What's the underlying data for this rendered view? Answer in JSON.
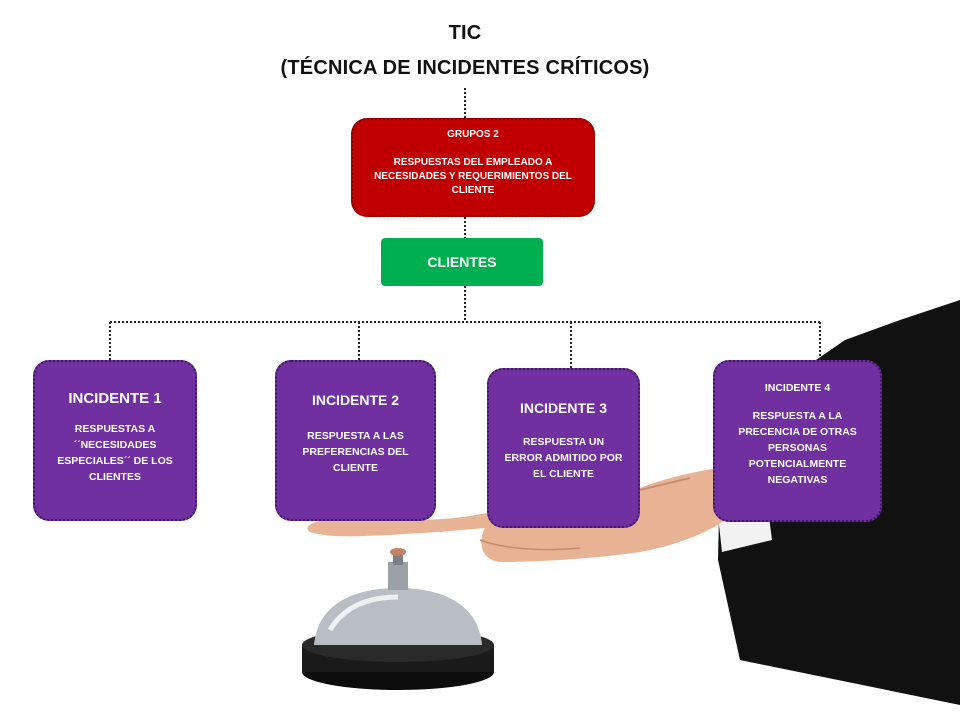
{
  "title": {
    "line1": "TIC",
    "line2": "(TÉCNICA DE INCIDENTES CRÍTICOS)"
  },
  "grupos": {
    "label": "GRUPOS 2",
    "description": "RESPUESTAS DEL EMPLEADO A NECESIDADES Y REQUERIMIENTOS DEL CLIENTE"
  },
  "clientes": {
    "label": "CLIENTES"
  },
  "incidents": [
    {
      "title": "INCIDENTE 1",
      "description": "RESPUESTAS A ´´NECESIDADES ESPECIALES´´ DE LOS CLIENTES"
    },
    {
      "title": "INCIDENTE 2",
      "description": "RESPUESTA A LAS PREFERENCIAS DEL CLIENTE"
    },
    {
      "title": "INCIDENTE 3",
      "description": "RESPUESTA UN ERROR ADMITIDO POR EL CLIENTE"
    },
    {
      "title": "INCIDENTE 4",
      "description": "RESPUESTA A LA PRECENCIA DE OTRAS PERSONAS POTENCIALMENTE NEGATIVAS"
    }
  ],
  "colors": {
    "grupos": "#c00000",
    "clientes": "#00b050",
    "incident": "#7030a0"
  },
  "illustration": {
    "icons": [
      "hand-icon",
      "service-bell-icon"
    ]
  }
}
